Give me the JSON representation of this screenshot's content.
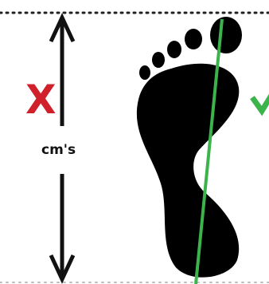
{
  "diagram": {
    "wrong_mark": "X",
    "measure_unit": "cm's",
    "colors": {
      "foot": "#000000",
      "wrong": "#d0202a",
      "correct": "#3cb44b",
      "guide": "#222222"
    },
    "icons": [
      "foot-silhouette",
      "double-headed-arrow",
      "check-mark-icon",
      "x-mark"
    ]
  }
}
